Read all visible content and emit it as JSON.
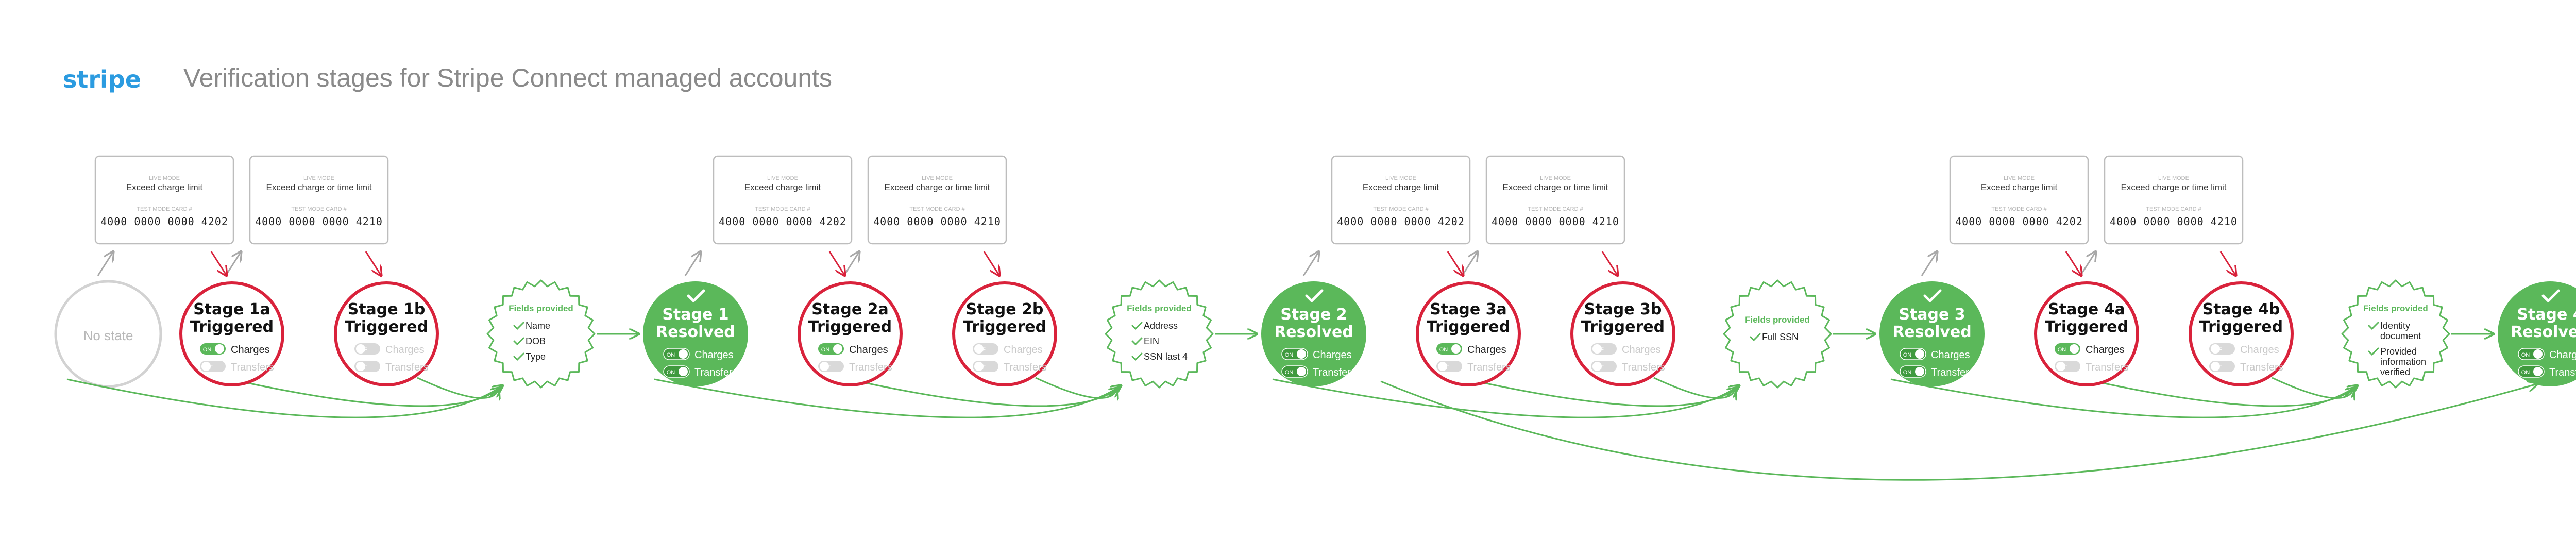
{
  "header": {
    "logo": "stripe",
    "title": "Verification stages for Stripe Connect managed accounts"
  },
  "colors": {
    "brand_blue": "#2b9be0",
    "title_gray": "#8a8a8a",
    "red": "#d9223b",
    "green": "#5bb85a",
    "gray_line": "#c8c8c8",
    "card_border": "#bdbdbd"
  },
  "start": {
    "label": "No state"
  },
  "cards": {
    "live_mode": "LIVE MODE",
    "test_mode_card": "TEST MODE CARD #",
    "charge": {
      "text": "Exceed charge limit",
      "number": "4000 0000 0000 4202"
    },
    "time": {
      "text": "Exceed charge or time limit",
      "number": "4000 0000 0000 4210"
    }
  },
  "toggles": {
    "on": "ON",
    "off": "OFF",
    "charges": "Charges",
    "transfers": "Transfers"
  },
  "fields_provided_label": "Fields provided",
  "stages": [
    {
      "id": "1a",
      "line1": "Stage 1a",
      "line2": "Triggered"
    },
    {
      "id": "1b",
      "line1": "Stage 1b",
      "line2": "Triggered"
    },
    {
      "id": "1",
      "line1": "Stage 1",
      "line2": "Resolved"
    },
    {
      "id": "2a",
      "line1": "Stage 2a",
      "line2": "Triggered"
    },
    {
      "id": "2b",
      "line1": "Stage 2b",
      "line2": "Triggered"
    },
    {
      "id": "2",
      "line1": "Stage 2",
      "line2": "Resolved"
    },
    {
      "id": "3a",
      "line1": "Stage 3a",
      "line2": "Triggered"
    },
    {
      "id": "3b",
      "line1": "Stage 3b",
      "line2": "Triggered"
    },
    {
      "id": "3",
      "line1": "Stage 3",
      "line2": "Resolved"
    },
    {
      "id": "4a",
      "line1": "Stage 4a",
      "line2": "Triggered"
    },
    {
      "id": "4b",
      "line1": "Stage 4b",
      "line2": "Triggered"
    },
    {
      "id": "4",
      "line1": "Stage 4",
      "line2": "Resolved"
    }
  ],
  "fields": [
    {
      "items": [
        "Name",
        "DOB",
        "Type"
      ]
    },
    {
      "items": [
        "Address",
        "EIN",
        "SSN last 4"
      ]
    },
    {
      "items": [
        "Full SSN"
      ]
    },
    {
      "items": [
        "Identity document",
        "Provided information verified"
      ]
    }
  ]
}
